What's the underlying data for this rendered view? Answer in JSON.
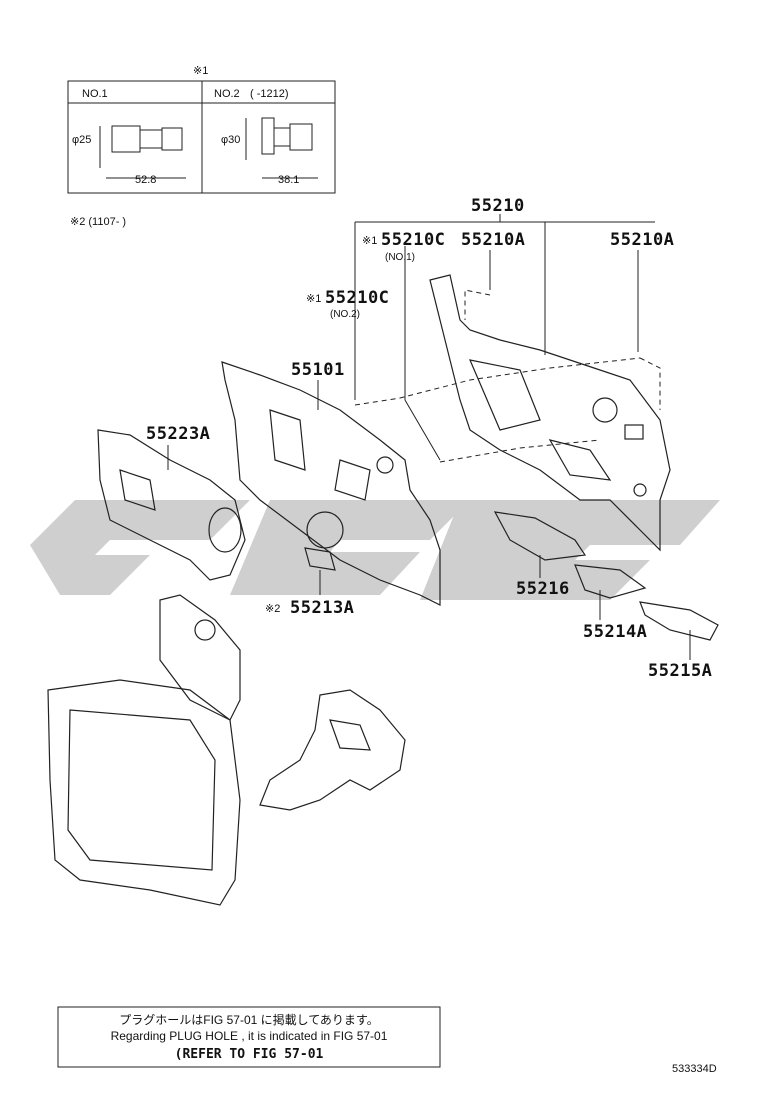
{
  "legend": {
    "ref_mark": "※1",
    "no1": {
      "title": "NO.1",
      "dia": "φ25",
      "len": "52.8"
    },
    "no2": {
      "title": "NO.2",
      "range": "(      -1212)",
      "dia": "φ30",
      "len": "38.1"
    },
    "ref2": "※2 (1107-        )"
  },
  "labels": {
    "p55210": "55210",
    "p55210C_1_mark": "※1",
    "p55210C_1": "55210C",
    "p55210C_1_sub": "(NO.1)",
    "p55210A_1": "55210A",
    "p55210A_2": "55210A",
    "p55210C_2_mark": "※1",
    "p55210C_2": "55210C",
    "p55210C_2_sub": "(NO.2)",
    "p55101": "55101",
    "p55223A": "55223A",
    "p55216": "55216",
    "p55213A_mark": "※2",
    "p55213A": "55213A",
    "p55214A": "55214A",
    "p55215A": "55215A"
  },
  "note": {
    "line1": "プラグホールはFIG 57-01 に掲載してあります。",
    "line2": "Regarding  PLUG  HOLE , it is indicated in  FIG  57-01",
    "line3": "(REFER TO FIG 57-01"
  },
  "diagram_id": "533334D",
  "colors": {
    "watermark": "#c8c8c8",
    "ink": "#1a1a1a"
  }
}
